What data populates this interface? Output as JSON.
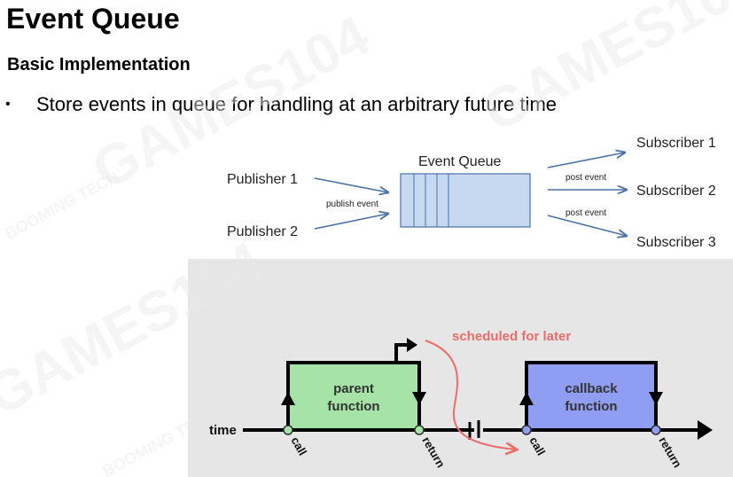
{
  "slide": {
    "title": "Event Queue",
    "subtitle": "Basic Implementation",
    "bullets": [
      "Store events in queue for handling at an arbitrary future time"
    ]
  },
  "queue_diagram": {
    "publishers": [
      "Publisher 1",
      "Publisher 2"
    ],
    "publish_label": "publish event",
    "queue_label": "Event Queue",
    "post_labels": [
      "post event",
      "post event"
    ],
    "subscribers": [
      "Subscriber 1",
      "Subscriber 2",
      "Subscriber 3"
    ]
  },
  "timeline_diagram": {
    "time_label": "time",
    "parent_box": [
      "parent",
      "function"
    ],
    "callback_box": [
      "callback",
      "function"
    ],
    "scheduled_label": "scheduled for later",
    "markers": [
      "call",
      "return",
      "call",
      "return"
    ]
  },
  "watermark": [
    "GAMES104",
    "BOOMING TECH"
  ],
  "colors": {
    "arrow_blue": "#4a72a6",
    "queue_fill": "#c6d9f1",
    "parent_fill": "#a6e3a6",
    "callback_fill": "#8f9df2",
    "scheduled_red": "#ef6b6b",
    "panel_bg": "#e6e6e6"
  }
}
